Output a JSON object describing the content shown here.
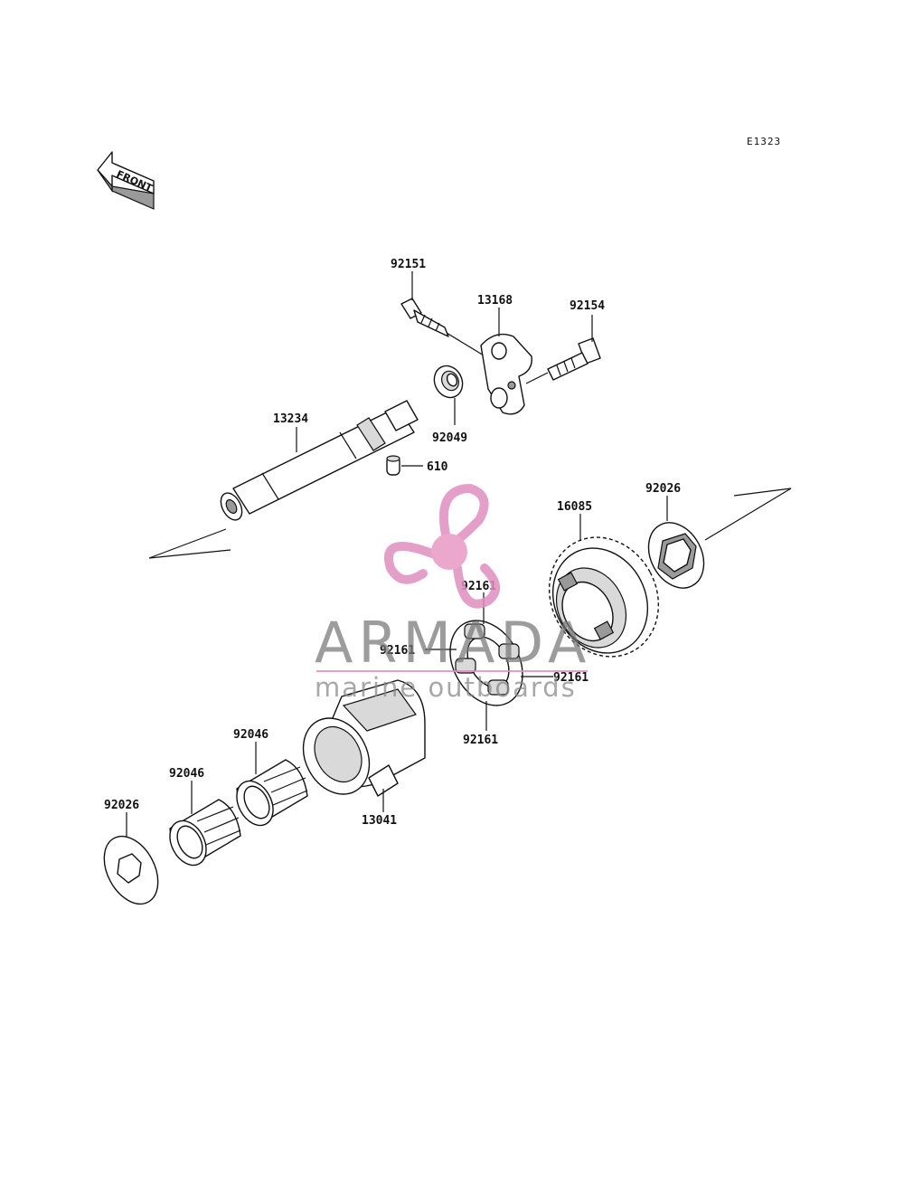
{
  "diagram": {
    "code": "E1323",
    "front_label": "FRONT",
    "parts": {
      "p92151": "92151",
      "p13168": "13168",
      "p92154": "92154",
      "p13234": "13234",
      "p92049": "92049",
      "p610": "610",
      "p16085": "16085",
      "p92026_right": "92026",
      "p92161_top": "92161",
      "p92161_left": "92161",
      "p92161_right": "92161",
      "p92161_bottom": "92161",
      "p92046_a": "92046",
      "p92046_b": "92046",
      "p92026_left": "92026",
      "p13041": "13041"
    }
  },
  "watermark": {
    "title": "ARMADA",
    "subtitle": "marine outboards",
    "colors": {
      "propeller": "#e08fc0",
      "hub": "#e89ac4",
      "text": "#7a7a7a",
      "rule": "#e08fc0"
    }
  }
}
